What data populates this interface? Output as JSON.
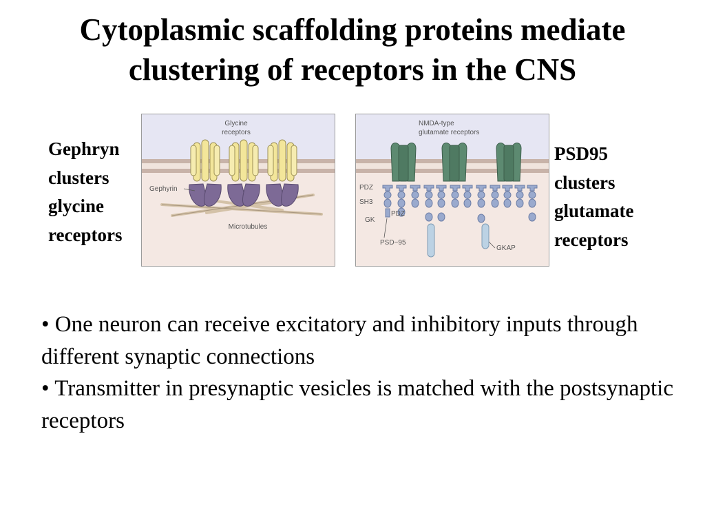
{
  "slide": {
    "title_line1": "Cytoplasmic scaffolding proteins mediate",
    "title_line2": "clustering of receptors in the CNS",
    "left_caption": [
      "Gephryn",
      "clusters",
      "glycine",
      "receptors"
    ],
    "right_caption": [
      "PSD95",
      "clusters",
      "glutamate",
      "receptors"
    ],
    "bullets": [
      "• One neuron can receive excitatory and inhibitory inputs through different synaptic connections",
      "• Transmitter in presynaptic vesicles is matched with the postsynaptic receptors"
    ]
  },
  "figure_left": {
    "receptor_label": [
      "Glycine",
      "receptors"
    ],
    "gephyrin_label": "Gephyrin",
    "microtubules_label": "Microtubules"
  },
  "figure_right": {
    "receptor_label": [
      "NMDA-type",
      "glutamate  receptors"
    ],
    "pdz_label": "PDZ",
    "sh3_label": "SH3",
    "gk_label": "GK",
    "pdz_inner_label": "PDZ",
    "psd95_label": "PSD−95",
    "gkap_label": "GKAP"
  },
  "colors": {
    "extracellular": "#e6e6f3",
    "cytoplasm": "#f4e8e3",
    "membrane": "#c8b3a9",
    "glycine_receptor": "#f3e69a",
    "gephyrin": "#7d6a96",
    "microtubule": "#d4c2a8",
    "nmda_receptor": "#5d8a71",
    "psd95": "#9aaace",
    "gkap": "#bcd2e4"
  }
}
